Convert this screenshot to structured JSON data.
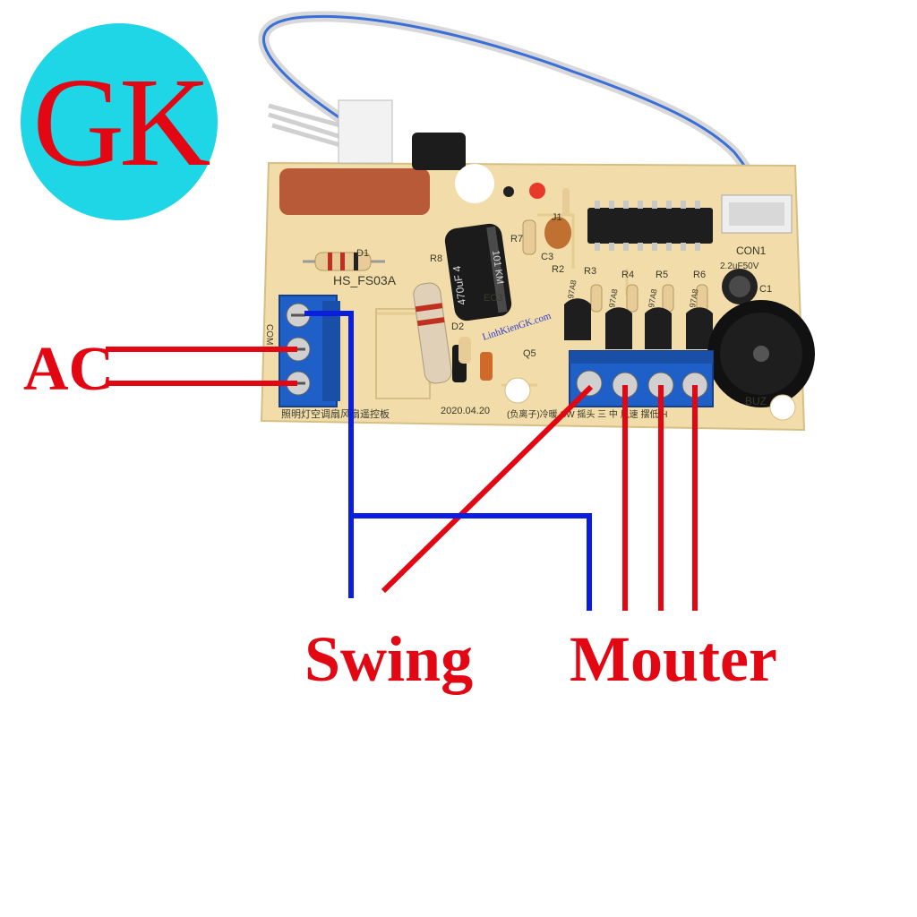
{
  "logo": {
    "text": "GK"
  },
  "labels": {
    "ac": "AC",
    "swing": "Swing",
    "mouter": "Mouter"
  },
  "board": {
    "model": "HS_FS03A",
    "connector": "CON1",
    "buzzer": "BUZ",
    "com": "COM",
    "date": "2020.04.20",
    "title_text": "照明灯空调扇风扇遥控板",
    "bottom_text": "(负离子)冷暖 SW 摇头 三 中 风速 摆低 H",
    "cap_marking": "470uF 4",
    "cap_marking2": "101 KM",
    "small_cap": "2.2uF50V",
    "watermark": "LinhKienGK.com",
    "designators": [
      "R8",
      "R2",
      "R3",
      "R4",
      "R5",
      "R6",
      "R7",
      "D1",
      "D2",
      "Q5",
      "C3",
      "EC3",
      "C1",
      "J1"
    ],
    "transistor_marks": [
      "97A8",
      "97A8",
      "97A8",
      "97A8"
    ]
  },
  "colors": {
    "label_red": "#e30613",
    "wire_blue": "#0a1ee0",
    "logo_bg": "#1fd6e6",
    "pcb": "#f1dcaa",
    "terminal_blue": "#1f5fc8"
  }
}
